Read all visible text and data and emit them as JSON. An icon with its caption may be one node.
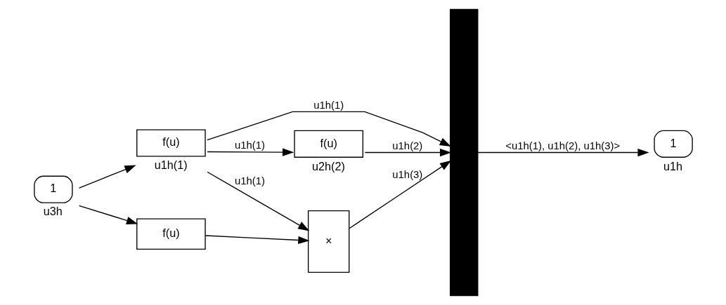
{
  "diagram": {
    "nodes": [
      {
        "text": [
          "1"
        ],
        "beside": [
          "u3h"
        ]
      },
      {
        "text": [
          "f(u)"
        ],
        "beside": [
          "u1h(1)"
        ]
      },
      {
        "text": [
          "f(u)"
        ],
        "beside": [
          "u2h(2)"
        ]
      },
      {
        "text": [
          "f(u)"
        ]
      },
      {
        "text": [
          "×"
        ]
      },
      {
        "text": [],
        "shape": "bar"
      },
      {
        "text": [
          "1"
        ],
        "beside": [
          "u1h"
        ]
      }
    ],
    "edges": [
      {
        "from": 0,
        "to": 1,
        "arrow": "to"
      },
      {
        "from": 0,
        "to": 3,
        "arrow": "to"
      },
      {
        "from": 1,
        "to": 5,
        "arrow": "to",
        "label": "u1h(1)"
      },
      {
        "from": 1,
        "to": 2,
        "arrow": "to",
        "label": "u1h(1)"
      },
      {
        "from": 1,
        "to": 4,
        "arrow": "to",
        "label": "u1h(1)"
      },
      {
        "from": 2,
        "to": 5,
        "arrow": "to",
        "label": "u1h(2)"
      },
      {
        "from": 3,
        "to": 4,
        "arrow": "to"
      },
      {
        "from": 4,
        "to": 5,
        "arrow": "to",
        "label": "u1h(3)"
      },
      {
        "from": 5,
        "to": 6,
        "arrow": "to",
        "label": "<u1h(1), u1h(2), u1h(3)>"
      }
    ]
  }
}
